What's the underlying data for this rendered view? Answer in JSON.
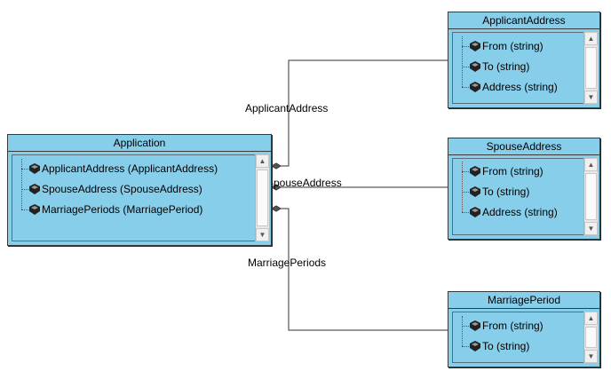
{
  "entities": {
    "application": {
      "title": "Application",
      "properties": [
        {
          "label": "ApplicantAddress (ApplicantAddress)"
        },
        {
          "label": "SpouseAddress (SpouseAddress)"
        },
        {
          "label": "MarriagePeriods (MarriagePeriod)"
        }
      ]
    },
    "applicant_address": {
      "title": "ApplicantAddress",
      "properties": [
        {
          "label": "From (string)"
        },
        {
          "label": "To (string)"
        },
        {
          "label": "Address (string)"
        }
      ]
    },
    "spouse_address": {
      "title": "SpouseAddress",
      "properties": [
        {
          "label": "From (string)"
        },
        {
          "label": "To (string)"
        },
        {
          "label": "Address (string)"
        }
      ]
    },
    "marriage_period": {
      "title": "MarriagePeriod",
      "properties": [
        {
          "label": "From (string)"
        },
        {
          "label": "To (string)"
        }
      ]
    }
  },
  "connections": {
    "applicant_address": {
      "label": "ApplicantAddress"
    },
    "spouse_address": {
      "label": "SpouseAddress"
    },
    "marriage_periods": {
      "label": "MarriagePeriods"
    }
  },
  "icons": {
    "property": "property-icon",
    "scroll_up": "scroll-up-arrow-icon",
    "scroll_down": "scroll-down-arrow-icon",
    "aggregation": "diamond-icon"
  },
  "colors": {
    "entity_fill": "#87ceeb",
    "border": "#3a3a3a",
    "line": "#333333"
  }
}
